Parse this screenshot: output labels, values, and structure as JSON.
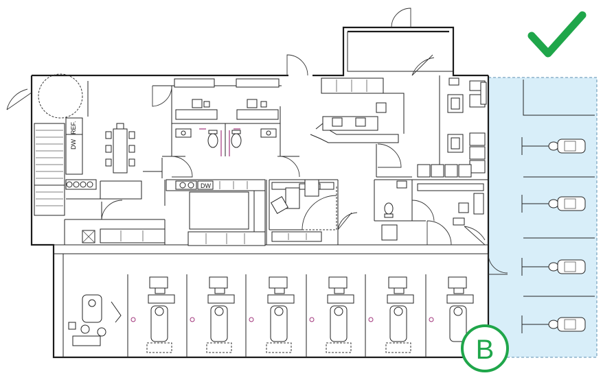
{
  "labels": {
    "dishwasher_left": "DW",
    "refrigerator": "REF.",
    "dishwasher_kitchen": "DW"
  },
  "badge": {
    "letter": "B",
    "color": "#1fa64a"
  },
  "checkmark": {
    "color": "#1fa64a"
  },
  "highlight": {
    "color": "#d8eef9",
    "border": "#5b8fb0"
  },
  "icons": [
    "checkmark-icon",
    "dental-chair-icon",
    "toilet-icon",
    "sink-icon"
  ]
}
